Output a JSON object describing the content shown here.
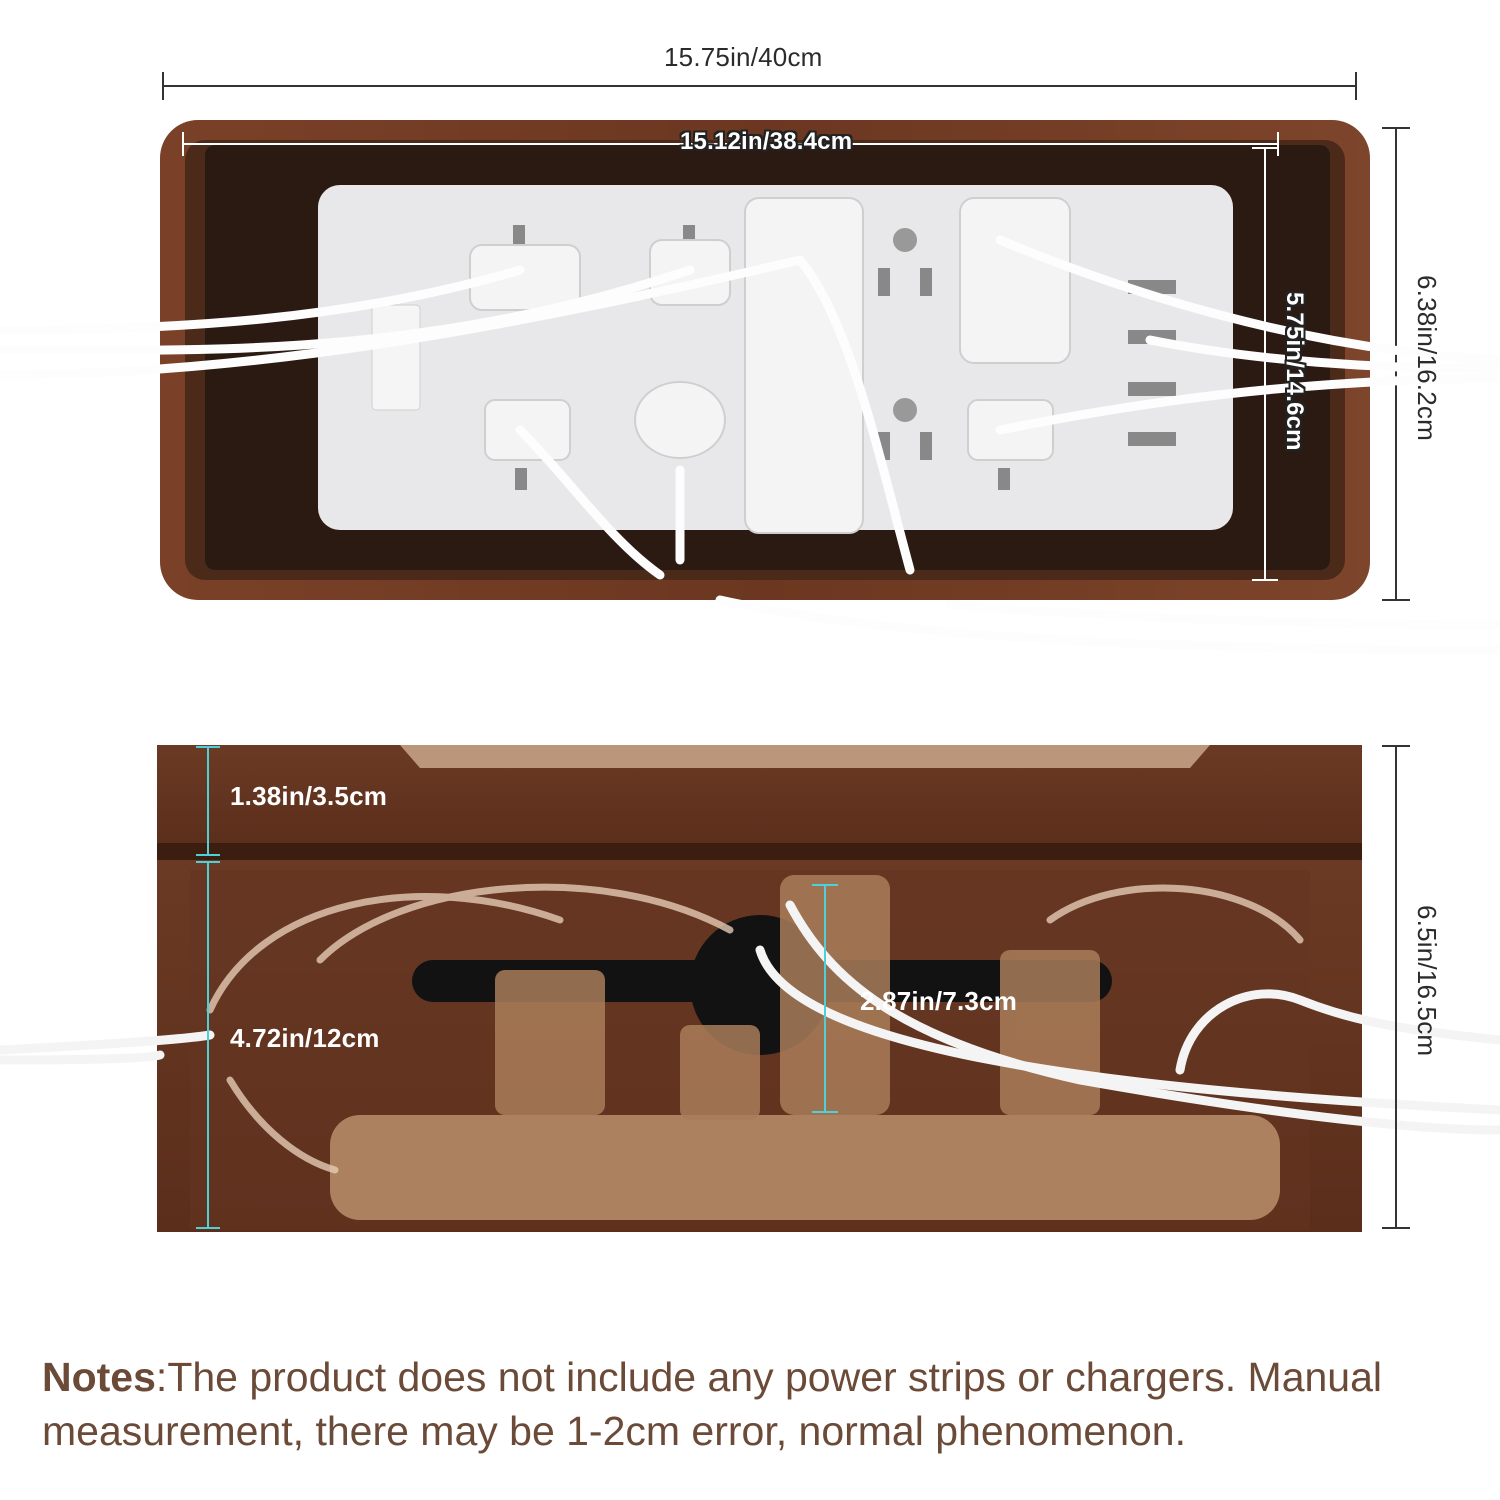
{
  "top_view": {
    "outer_length": "15.75in/40cm",
    "inner_length": "15.12in/38.4cm",
    "inner_width": "5.75in/14.6cm",
    "outer_width": "6.38in/16.2cm"
  },
  "side_view": {
    "lid_height": "1.38in/3.5cm",
    "body_height": "4.72in/12cm",
    "slot_height": "2.87in/7.3cm",
    "total_height": "6.5in/16.5cm"
  },
  "notes": {
    "label": "Notes",
    "text": ":The product does not include any power strips or chargers. Manual measurement, there may be 1-2cm error, normal phenomenon."
  },
  "colors": {
    "wood": "#6e3b22",
    "wood_dark": "#4a2414",
    "interior": "#2a1810",
    "outlet_plate": "#e9e9eb",
    "measure_cyan": "#4fd0d8",
    "notes_text": "#6b4a38"
  }
}
